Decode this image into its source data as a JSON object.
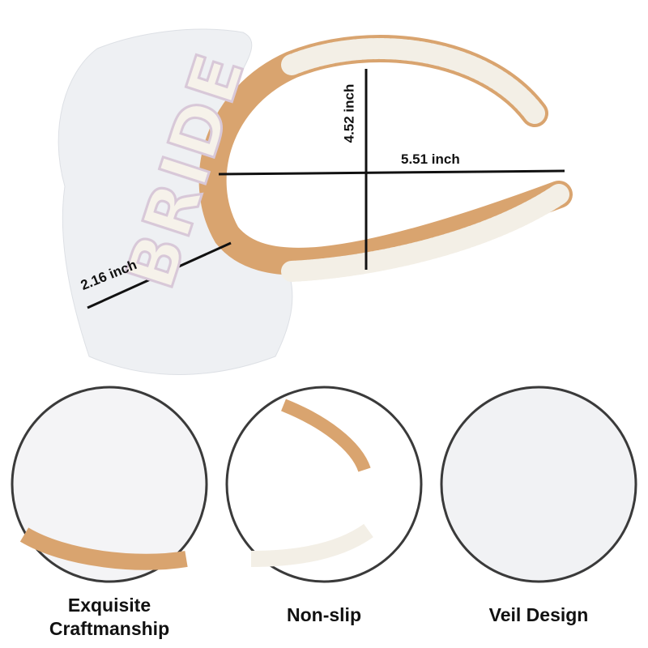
{
  "measurements": {
    "height": "4.52 inch",
    "width": "5.51 inch",
    "veil": "2.16 inch"
  },
  "headband_letters": "BRIDE",
  "features": [
    {
      "caption": "Exquisite Craftmanship"
    },
    {
      "caption": "Non-slip"
    },
    {
      "caption": "Veil Design"
    }
  ],
  "colors": {
    "lining": "#d9a46f",
    "pearl": "#f3efe6",
    "veil": "#eef0f3",
    "circle_border": "#3a3a3a"
  }
}
